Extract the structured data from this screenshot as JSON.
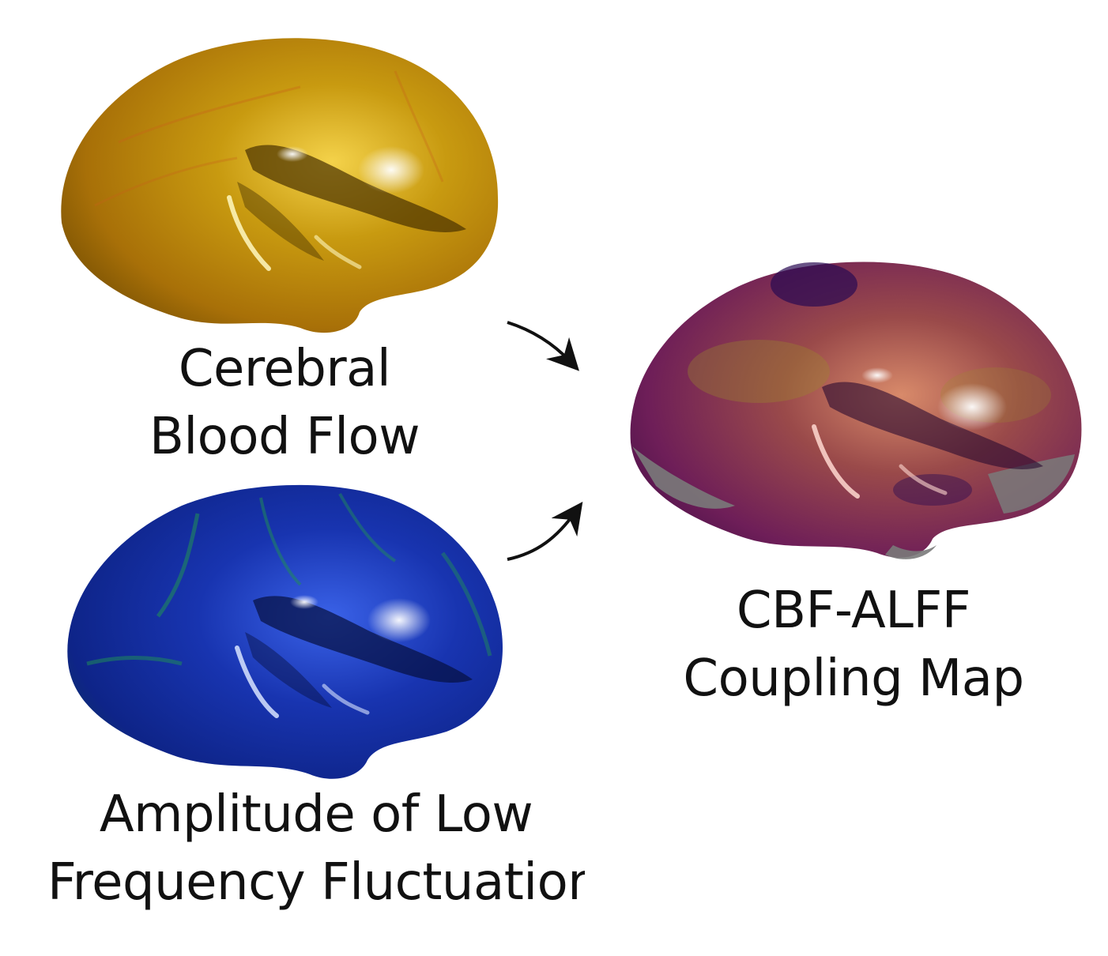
{
  "panels": {
    "cbf": {
      "label_line1": "Cerebral",
      "label_line2": "Blood Flow",
      "color": "#b8860b"
    },
    "alff": {
      "label_line1": "Amplitude of Low",
      "label_line2": "Frequency Fluctuations",
      "color": "#1a2fa8"
    },
    "coupling": {
      "label_line1": "CBF-ALFF",
      "label_line2": "Coupling Map",
      "color": "#7a2a6a"
    }
  }
}
